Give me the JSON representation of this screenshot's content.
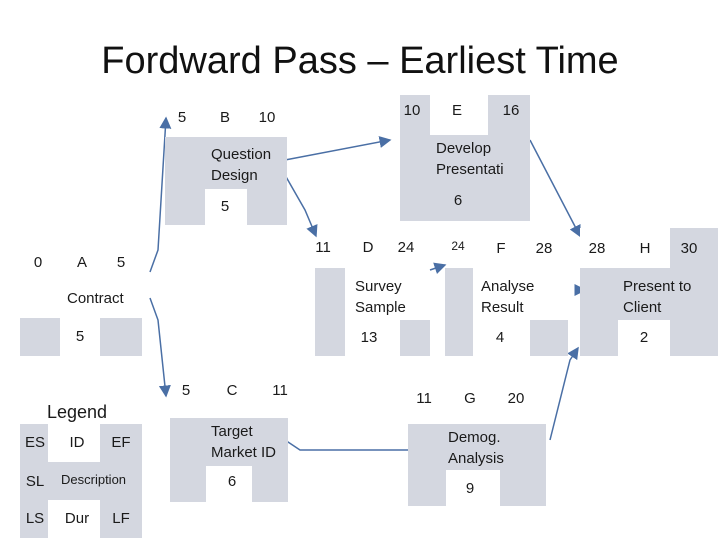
{
  "title": "Fordward Pass – Earliest Time",
  "nodes": {
    "B": {
      "es": "5",
      "id": "B",
      "ef": "10",
      "desc1": "Question",
      "desc2": "Design",
      "dur": "5"
    },
    "E": {
      "es": "10",
      "id": "E",
      "ef": "16",
      "desc1": "Develop",
      "desc2": "Presentati",
      "dur": "6"
    },
    "A": {
      "es": "0",
      "id": "A",
      "ef": "5",
      "desc1": "Contract",
      "dur": "5"
    },
    "D": {
      "es": "11",
      "id": "D",
      "ef": "24",
      "desc1": "Survey",
      "desc2": "Sample",
      "dur": "13"
    },
    "F": {
      "es": "24",
      "id": "F",
      "ef": "28",
      "desc1": "Analyse",
      "desc2": "Result",
      "dur": "4"
    },
    "H": {
      "es": "28",
      "id": "H",
      "ef": "30",
      "desc1": "Present to",
      "desc2": "Client",
      "dur": "2"
    },
    "C": {
      "es": "5",
      "id": "C",
      "ef": "11",
      "desc1": "Target",
      "desc2": "Market ID",
      "dur": "6"
    },
    "G": {
      "es": "11",
      "id": "G",
      "ef": "20",
      "desc1": "Demog.",
      "desc2": "Analysis",
      "dur": "9"
    }
  },
  "legend": {
    "title": "Legend",
    "es": "ES",
    "id": "ID",
    "ef": "EF",
    "sl": "SL",
    "desc": "Description",
    "ls": "LS",
    "dur": "Dur",
    "lf": "LF"
  }
}
